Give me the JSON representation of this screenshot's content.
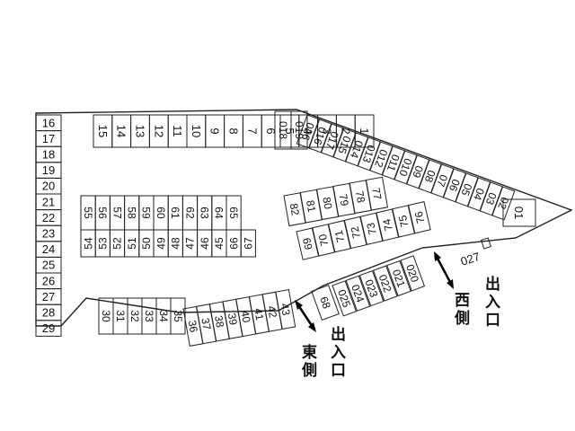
{
  "rows": {
    "left_column": [
      "16",
      "17",
      "18",
      "19",
      "20",
      "21",
      "22",
      "23",
      "24",
      "25",
      "26",
      "27",
      "28",
      "29"
    ],
    "top_row": [
      "15",
      "14",
      "13",
      "12",
      "11",
      "10",
      "9",
      "8",
      "7",
      "6",
      "5",
      "4",
      "3",
      "2",
      "1"
    ],
    "pair_018_019": [
      "018",
      "019"
    ],
    "diag_top": [
      "026",
      "016",
      "017",
      "015",
      "014",
      "013",
      "012",
      "011",
      "010",
      "09",
      "08",
      "07",
      "06",
      "05",
      "04",
      "03",
      "02"
    ],
    "diag_bottom": [
      "025",
      "024",
      "023",
      "022",
      "021",
      "020"
    ],
    "inner_upper": [
      "55",
      "56",
      "57",
      "58",
      "59",
      "60",
      "61",
      "62",
      "63",
      "64",
      "65"
    ],
    "inner_lower": [
      "54",
      "53",
      "52",
      "51",
      "50",
      "49",
      "48",
      "47",
      "46",
      "45",
      "66",
      "67"
    ],
    "center_upper": [
      "82",
      "81",
      "80",
      "79",
      "78",
      "77"
    ],
    "center_lower": [
      "69",
      "70",
      "71",
      "72",
      "73",
      "74",
      "75",
      "76"
    ],
    "bottom_left": [
      "30",
      "31",
      "32",
      "33",
      "34",
      "35"
    ],
    "bottom_right": [
      "36",
      "37",
      "38",
      "39",
      "40",
      "41",
      "42",
      "43"
    ],
    "lone": {
      "s01": "01",
      "s027": "027",
      "s68": "68"
    }
  },
  "labels": {
    "east": {
      "line1": "出入口",
      "line2": "東側"
    },
    "west": {
      "line1": "出入口",
      "line2": "西側"
    }
  }
}
